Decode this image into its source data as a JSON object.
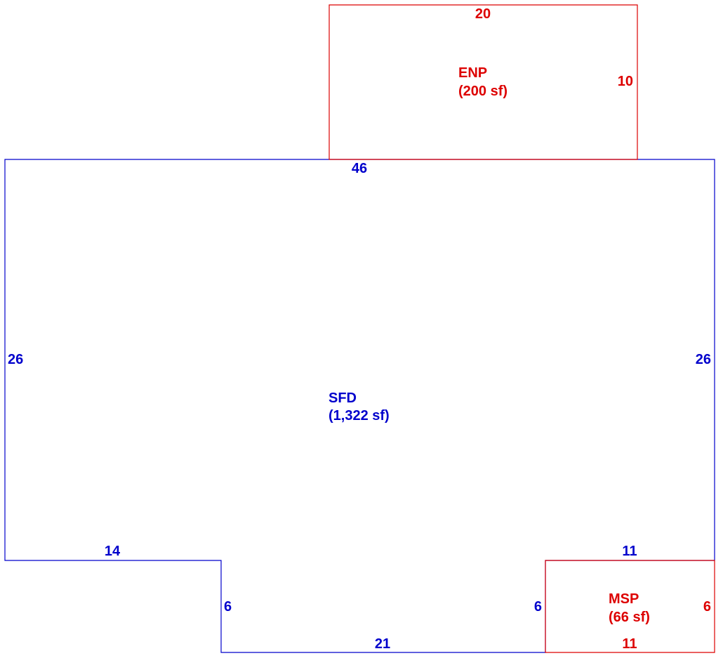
{
  "colors": {
    "main_area": "#0000cc",
    "addition_area": "#dd0000"
  },
  "areas": {
    "sfd": {
      "name": "SFD",
      "area": "(1,322 sf)",
      "dims": {
        "top": "46",
        "left": "26",
        "right": "26",
        "bottom_left": "14",
        "bottom_right": "11",
        "notch_left": "6",
        "notch_right": "6",
        "notch_bottom": "21"
      }
    },
    "enp": {
      "name": "ENP",
      "area": "(200 sf)",
      "dims": {
        "top": "20",
        "right": "10"
      }
    },
    "msp": {
      "name": "MSP",
      "area": "(66 sf)",
      "dims": {
        "right": "6",
        "bottom": "11"
      }
    }
  }
}
